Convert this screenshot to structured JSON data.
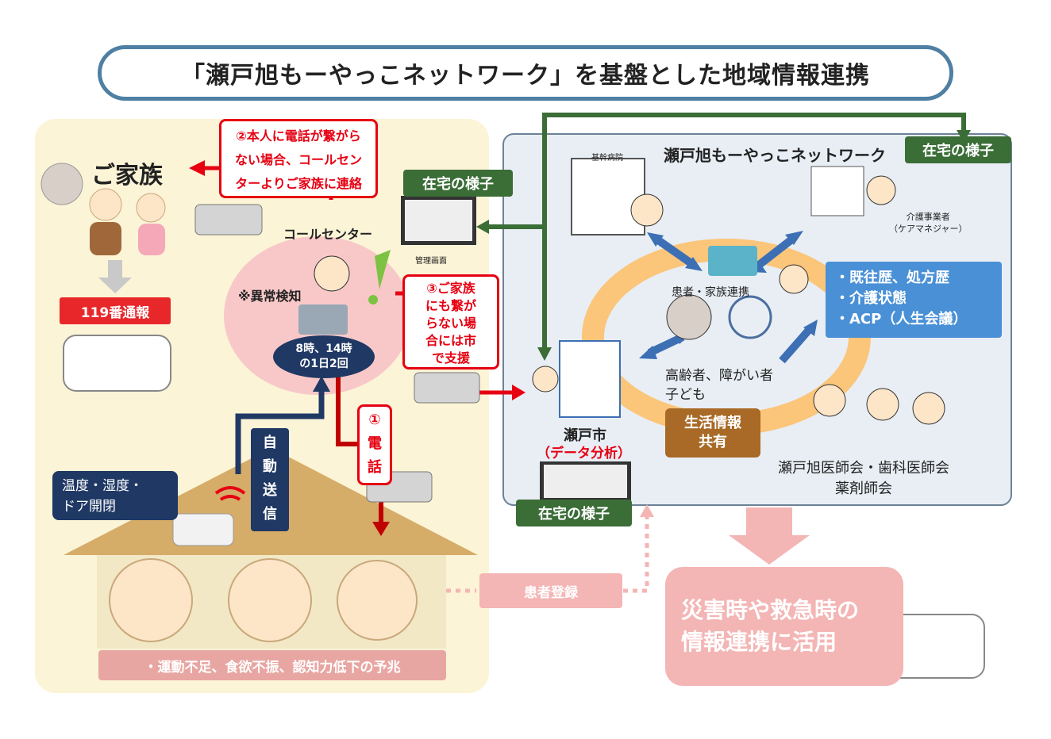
{
  "title": "「瀬戸旭もーやっこネットワーク」を基盤とした地域情報連携",
  "left": {
    "family_label": "ご家族",
    "call_family_note": [
      "②本人に電話が繋がら",
      "ない場合、コールセン",
      "ターよりご家族に連絡"
    ],
    "call_center_label": "コールセンター",
    "anomaly_label": "※異常検知",
    "schedule": [
      "8時、14時",
      "の1日2回"
    ],
    "emergency_label": "119番通報",
    "support_note": [
      "③ご家族",
      "にも繋が",
      "らない場",
      "合には市",
      "で支援"
    ],
    "phone_label": [
      "①",
      "電",
      "話"
    ],
    "auto_send_label": [
      "自",
      "動",
      "送",
      "信"
    ],
    "sensor_label": [
      "温度・湿度・",
      "ドア開閉"
    ],
    "signs_label": "・運動不足、食欲不振、認知力低下の予兆",
    "management_screen_label": "管理画面"
  },
  "status_tag_label": "在宅の様子",
  "patient_registration_label": "患者登録",
  "right": {
    "network_title": "瀬戸旭もーやっこネットワーク",
    "core_hospital_label": "基幹病院",
    "care_manager_label": [
      "介護事業者",
      "（ケアマネジャー）"
    ],
    "info_items": [
      "・既往歴、処方歴",
      "・介護状態",
      "・ACP（人生会議）"
    ],
    "patient_family_label": "患者・家族連携",
    "elderly_label": [
      "高齢者、障がい者",
      "子ども"
    ],
    "life_info_label": [
      "生活情報",
      "共有"
    ],
    "city_label": "瀬戸市",
    "data_analysis_label": "（データ分析）",
    "medical_association_label": [
      "瀬戸旭医師会・歯科医師会",
      "薬剤師会"
    ]
  },
  "disaster_label": [
    "災害時や救急時の",
    "情報連携に活用"
  ],
  "colors": {
    "title_border": "#4f7fa3",
    "left_bg": "#fbf4d6",
    "right_bg": "#e8eef4",
    "red": "#e60012",
    "green": "#3b6d37",
    "navy": "#1f3864",
    "blue_info": "#4a90d6",
    "orange_ring": "#fbc57a",
    "brown": "#a86a26",
    "pink": "#f4b5b5"
  }
}
